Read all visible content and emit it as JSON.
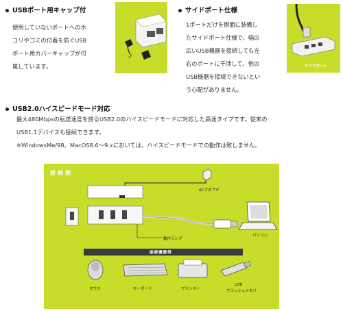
{
  "sections": {
    "cap": {
      "title": "USBポート用キャップ付",
      "lines": [
        "使用していないポートへのホ",
        "コリやゴミの付着を防ぐUSB",
        "ポート用カバーキャップが付",
        "属しています。"
      ]
    },
    "side_port": {
      "title": "サイドポート仕様",
      "lines": [
        "1ポートだけを側面に装備し",
        "たサイドポート仕様で、幅の",
        "広いUSB機器を接続しても左",
        "右のポートに干渉して、他の",
        "USB機器を接続できないとい",
        "う心配がありません。"
      ],
      "image_label": "サイドポート"
    },
    "hispeed": {
      "title": "USB2.0ハイスピードモード対応",
      "lines": [
        "最大480Mbpsの転送速度を誇るUSB2.0のハイスピードモードに対応した高速タイプです。従来の",
        "USB1.1デバイスも接続できます。",
        "※WindowsMe/98、MacOS8.6～9.xにおいては、ハイスピードモードでの動作は致しません。"
      ]
    }
  },
  "diagram": {
    "title": "接続例",
    "ac_label": "ACアダプタ",
    "lamp_label": "動作ランプ",
    "pc_label": "パソコン",
    "devices_title": "接続機器例",
    "devices": [
      "マウス",
      "キーボード",
      "プリンター",
      "USB",
      "フラッシュメモリ"
    ]
  },
  "colors": {
    "accent": "#c8dc2a",
    "dark_bar": "#3a3a3a"
  }
}
